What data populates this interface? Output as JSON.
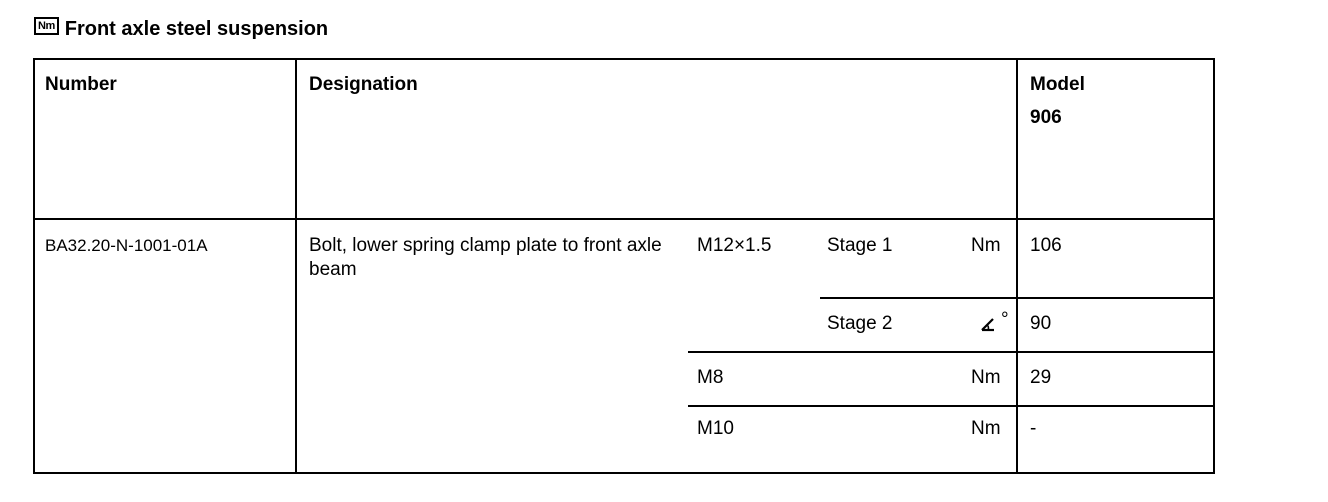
{
  "title": {
    "icon": "Nm",
    "text": "Front axle steel suspension"
  },
  "header": {
    "number": "Number",
    "designation": "Designation",
    "model_label": "Model",
    "model_value": "906"
  },
  "row": {
    "number": "BA32.20-N-1001-01A",
    "designation": "Bolt, lower spring clamp plate to front axle beam",
    "specs": [
      {
        "thread": "M12×1.5",
        "stage": "Stage 1",
        "unit": "Nm",
        "value": "106"
      },
      {
        "thread": "",
        "stage": "Stage 2",
        "unit": "°",
        "unit_icon": "angle-icon",
        "value": "90"
      },
      {
        "thread": "M8",
        "stage": "",
        "unit": "Nm",
        "value": "29"
      },
      {
        "thread": "M10",
        "stage": "",
        "unit": "Nm",
        "value": "-"
      }
    ]
  }
}
